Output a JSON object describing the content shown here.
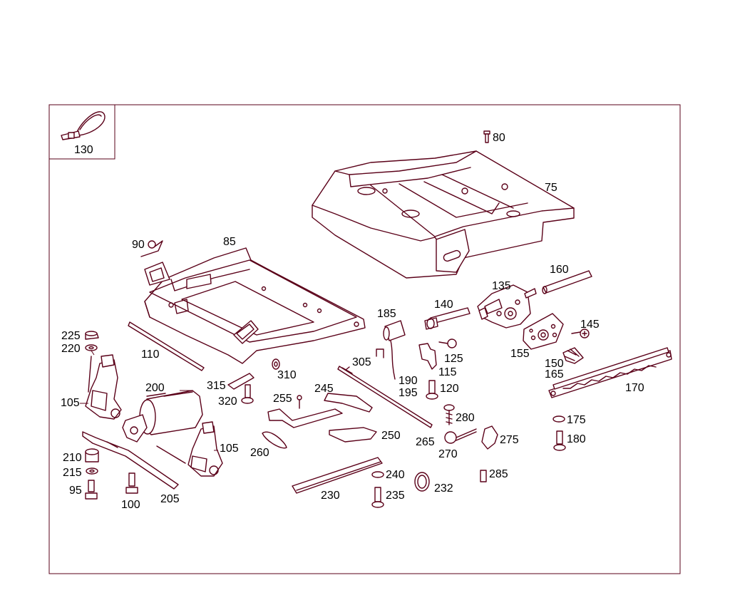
{
  "inset": {
    "label": "130",
    "icon": "cable-tie-icon"
  },
  "parts": [
    {
      "id": "p80",
      "text": "80"
    },
    {
      "id": "p75",
      "text": "75"
    },
    {
      "id": "p85",
      "text": "85"
    },
    {
      "id": "p90",
      "text": "90"
    },
    {
      "id": "p160",
      "text": "160"
    },
    {
      "id": "p135",
      "text": "135"
    },
    {
      "id": "p140",
      "text": "140"
    },
    {
      "id": "p185",
      "text": "185"
    },
    {
      "id": "p145",
      "text": "145"
    },
    {
      "id": "p155",
      "text": "155"
    },
    {
      "id": "p125",
      "text": "125"
    },
    {
      "id": "p115",
      "text": "115"
    },
    {
      "id": "p150",
      "text": "150"
    },
    {
      "id": "p165",
      "text": "165"
    },
    {
      "id": "p170",
      "text": "170"
    },
    {
      "id": "p225",
      "text": "225"
    },
    {
      "id": "p220",
      "text": "220"
    },
    {
      "id": "p110",
      "text": "110"
    },
    {
      "id": "p305",
      "text": "305"
    },
    {
      "id": "p190",
      "text": "190"
    },
    {
      "id": "p195",
      "text": "195"
    },
    {
      "id": "p120",
      "text": "120"
    },
    {
      "id": "p310",
      "text": "310"
    },
    {
      "id": "p315",
      "text": "315"
    },
    {
      "id": "p320",
      "text": "320"
    },
    {
      "id": "p200",
      "text": "200"
    },
    {
      "id": "p105a",
      "text": "105"
    },
    {
      "id": "p255",
      "text": "255"
    },
    {
      "id": "p245",
      "text": "245"
    },
    {
      "id": "p280",
      "text": "280"
    },
    {
      "id": "p175",
      "text": "175"
    },
    {
      "id": "p250",
      "text": "250"
    },
    {
      "id": "p265",
      "text": "265"
    },
    {
      "id": "p275",
      "text": "275"
    },
    {
      "id": "p180",
      "text": "180"
    },
    {
      "id": "p105b",
      "text": "105"
    },
    {
      "id": "p260",
      "text": "260"
    },
    {
      "id": "p270",
      "text": "270"
    },
    {
      "id": "p210",
      "text": "210"
    },
    {
      "id": "p215",
      "text": "215"
    },
    {
      "id": "p240",
      "text": "240"
    },
    {
      "id": "p285",
      "text": "285"
    },
    {
      "id": "p95",
      "text": "95"
    },
    {
      "id": "p232",
      "text": "232"
    },
    {
      "id": "p230",
      "text": "230"
    },
    {
      "id": "p235",
      "text": "235"
    },
    {
      "id": "p100",
      "text": "100"
    },
    {
      "id": "p205",
      "text": "205"
    }
  ],
  "colors": {
    "line": "#5a0018",
    "label": "#000000",
    "background": "#ffffff"
  }
}
